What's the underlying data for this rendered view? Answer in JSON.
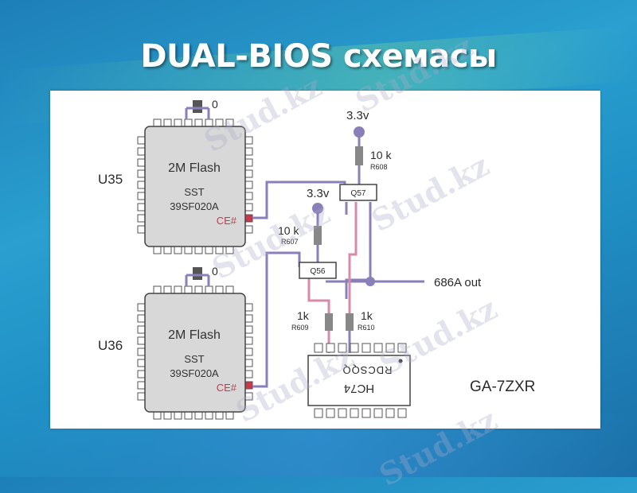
{
  "slide": {
    "title": "DUAL-BIOS схемасы"
  },
  "watermark": {
    "text": "Stud.kz"
  },
  "diagram": {
    "board_label": "GA-7ZXR",
    "chips": [
      {
        "ref": "U35",
        "line1": "2M Flash",
        "line2": "SST",
        "line3": "39SF020A",
        "pin": "CE#",
        "pin_top": "0"
      },
      {
        "ref": "U36",
        "line1": "2M Flash",
        "line2": "SST",
        "line3": "39SF020A",
        "pin": "CE#",
        "pin_top": "0"
      }
    ],
    "supplies": [
      {
        "label": "3.3v"
      },
      {
        "label": "3.3v"
      }
    ],
    "resistors": [
      {
        "value": "10 k",
        "ref": "R608"
      },
      {
        "value": "10 k",
        "ref": "R607"
      },
      {
        "value": "1k",
        "ref": "R609"
      },
      {
        "value": "1k",
        "ref": "R610"
      }
    ],
    "transistors": [
      {
        "ref": "Q57"
      },
      {
        "ref": "Q56"
      }
    ],
    "output": {
      "label": "686A out"
    },
    "logic_ic": {
      "name": "HC74",
      "pins": "RDCSQQ"
    },
    "colors": {
      "trace_purple": "#8a7fb8",
      "trace_pink": "#d98aa8",
      "chip_fill": "#d8d8d8",
      "pin_red": "#d0354a"
    }
  }
}
